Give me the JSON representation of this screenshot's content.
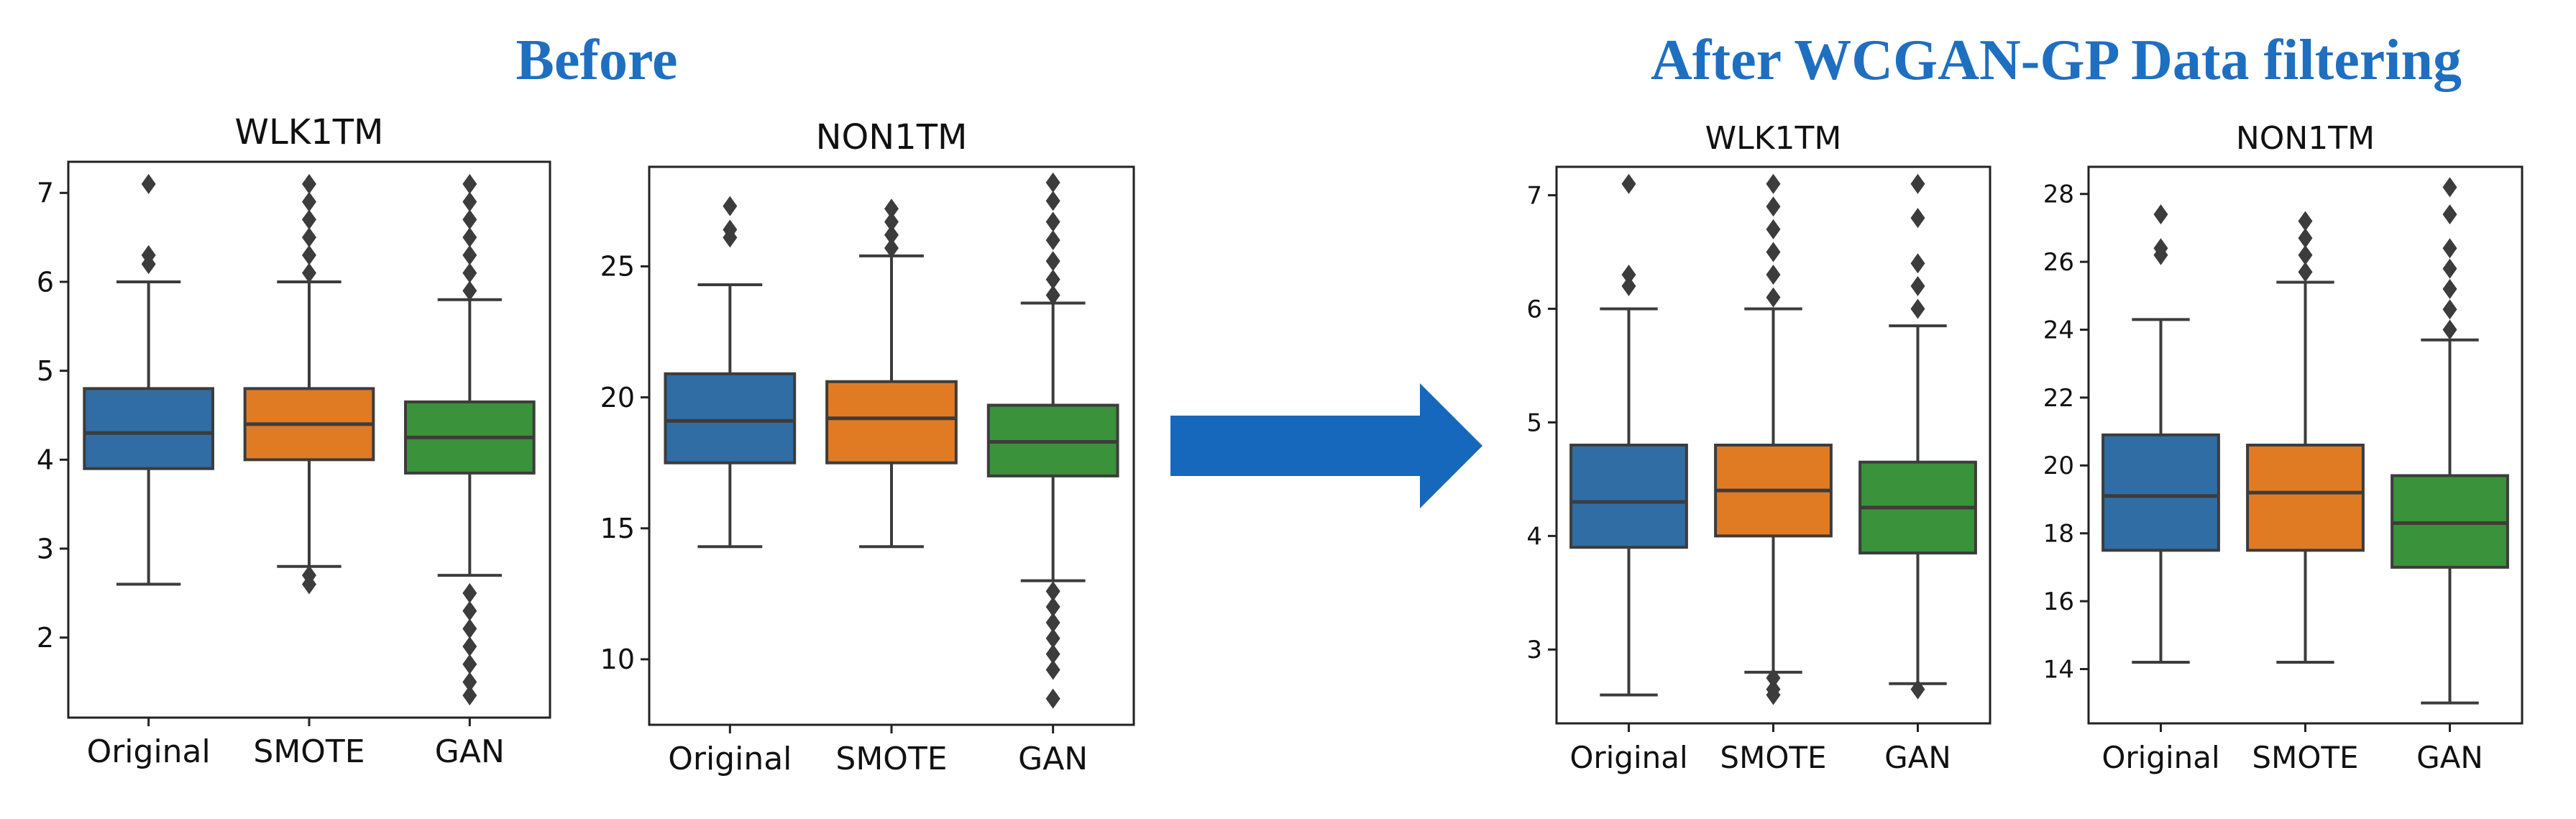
{
  "headings": {
    "before": "Before",
    "after": "After WCGAN-GP Data filtering"
  },
  "colors": {
    "Original": "#2f6da4",
    "SMOTE": "#e07b24",
    "GAN": "#3a923a",
    "heading": "#1f6fc0",
    "arrow": "#1668bd"
  },
  "chart_data": [
    {
      "type": "box",
      "group": "before",
      "title": "WLK1TM",
      "categories": [
        "Original",
        "SMOTE",
        "GAN"
      ],
      "ylim": [
        1.1,
        7.35
      ],
      "yticks": [
        2,
        3,
        4,
        5,
        6,
        7
      ],
      "series": [
        {
          "name": "Original",
          "q1": 3.9,
          "median": 4.3,
          "q3": 4.8,
          "whisker_low": 2.6,
          "whisker_high": 6.0,
          "outliers_high": [
            6.2,
            6.3,
            7.1
          ],
          "outliers_low": []
        },
        {
          "name": "SMOTE",
          "q1": 4.0,
          "median": 4.4,
          "q3": 4.8,
          "whisker_low": 2.8,
          "whisker_high": 6.0,
          "outliers_high": [
            6.1,
            6.3,
            6.5,
            6.7,
            6.9,
            7.1
          ],
          "outliers_low": [
            2.7,
            2.6
          ]
        },
        {
          "name": "GAN",
          "q1": 3.85,
          "median": 4.25,
          "q3": 4.65,
          "whisker_low": 2.7,
          "whisker_high": 5.8,
          "outliers_high": [
            5.9,
            6.1,
            6.3,
            6.5,
            6.7,
            6.9,
            7.1
          ],
          "outliers_low": [
            2.5,
            2.3,
            2.1,
            1.9,
            1.7,
            1.5,
            1.35
          ]
        }
      ]
    },
    {
      "type": "box",
      "group": "before",
      "title": "NON1TM",
      "categories": [
        "Original",
        "SMOTE",
        "GAN"
      ],
      "ylim": [
        7.5,
        28.8
      ],
      "yticks": [
        10,
        15,
        20,
        25
      ],
      "series": [
        {
          "name": "Original",
          "q1": 17.5,
          "median": 19.1,
          "q3": 20.9,
          "whisker_low": 14.3,
          "whisker_high": 24.3,
          "outliers_high": [
            26.1,
            26.4,
            27.3
          ],
          "outliers_low": []
        },
        {
          "name": "SMOTE",
          "q1": 17.5,
          "median": 19.2,
          "q3": 20.6,
          "whisker_low": 14.3,
          "whisker_high": 25.4,
          "outliers_high": [
            25.7,
            26.2,
            26.7,
            27.2
          ],
          "outliers_low": []
        },
        {
          "name": "GAN",
          "q1": 17.0,
          "median": 18.3,
          "q3": 19.7,
          "whisker_low": 13.0,
          "whisker_high": 23.6,
          "outliers_high": [
            23.9,
            24.5,
            25.2,
            26.0,
            26.7,
            27.5,
            28.2
          ],
          "outliers_low": [
            12.6,
            12.0,
            11.4,
            10.8,
            10.2,
            9.6,
            8.5
          ]
        }
      ]
    },
    {
      "type": "box",
      "group": "after",
      "title": "WLK1TM",
      "categories": [
        "Original",
        "SMOTE",
        "GAN"
      ],
      "ylim": [
        2.35,
        7.25
      ],
      "yticks": [
        3,
        4,
        5,
        6,
        7
      ],
      "series": [
        {
          "name": "Original",
          "q1": 3.9,
          "median": 4.3,
          "q3": 4.8,
          "whisker_low": 2.6,
          "whisker_high": 6.0,
          "outliers_high": [
            6.2,
            6.3,
            7.1
          ],
          "outliers_low": []
        },
        {
          "name": "SMOTE",
          "q1": 4.0,
          "median": 4.4,
          "q3": 4.8,
          "whisker_low": 2.8,
          "whisker_high": 6.0,
          "outliers_high": [
            6.1,
            6.3,
            6.5,
            6.7,
            6.9,
            7.1
          ],
          "outliers_low": [
            2.75,
            2.65,
            2.6
          ]
        },
        {
          "name": "GAN",
          "q1": 3.85,
          "median": 4.25,
          "q3": 4.65,
          "whisker_low": 2.7,
          "whisker_high": 5.85,
          "outliers_high": [
            6.0,
            6.2,
            6.4,
            6.8,
            7.1
          ],
          "outliers_low": [
            2.65
          ]
        }
      ]
    },
    {
      "type": "box",
      "group": "after",
      "title": "NON1TM",
      "categories": [
        "Original",
        "SMOTE",
        "GAN"
      ],
      "ylim": [
        12.4,
        28.8
      ],
      "yticks": [
        14,
        16,
        18,
        20,
        22,
        24,
        26,
        28
      ],
      "series": [
        {
          "name": "Original",
          "q1": 17.5,
          "median": 19.1,
          "q3": 20.9,
          "whisker_low": 14.2,
          "whisker_high": 24.3,
          "outliers_high": [
            26.2,
            26.4,
            27.4
          ],
          "outliers_low": []
        },
        {
          "name": "SMOTE",
          "q1": 17.5,
          "median": 19.2,
          "q3": 20.6,
          "whisker_low": 14.2,
          "whisker_high": 25.4,
          "outliers_high": [
            25.7,
            26.2,
            26.7,
            27.2
          ],
          "outliers_low": []
        },
        {
          "name": "GAN",
          "q1": 17.0,
          "median": 18.3,
          "q3": 19.7,
          "whisker_low": 13.0,
          "whisker_high": 23.7,
          "outliers_high": [
            24.0,
            24.6,
            25.2,
            25.8,
            26.4,
            27.4,
            28.2
          ],
          "outliers_low": []
        }
      ]
    }
  ]
}
